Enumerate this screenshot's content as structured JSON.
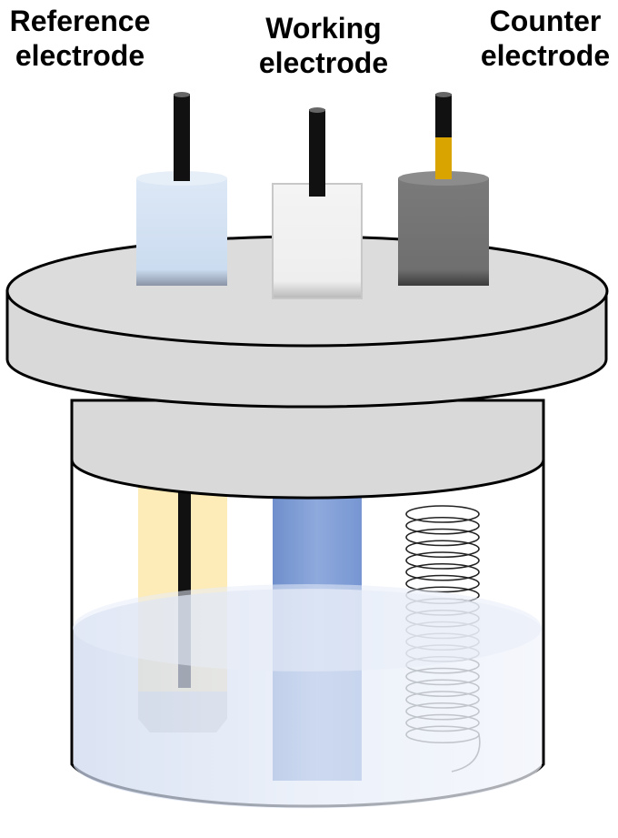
{
  "labels": {
    "reference": {
      "line1": "Reference",
      "line2": "electrode"
    },
    "working": {
      "line1": "Working",
      "line2": "electrode"
    },
    "counter": {
      "line1": "Counter",
      "line2": "electrode"
    }
  },
  "colors": {
    "lid": "#d9d9d9",
    "lid_stroke": "#000000",
    "reference_cap": "#d5e3f3",
    "reference_tube": "#fde9b0",
    "working_cap": "#f2f2f2",
    "working_strip": "#7f9fd6",
    "counter_cap": "#737373",
    "counter_tip": "#d9a400",
    "electrolyte": "#dde6f5",
    "wire": "#111111"
  }
}
